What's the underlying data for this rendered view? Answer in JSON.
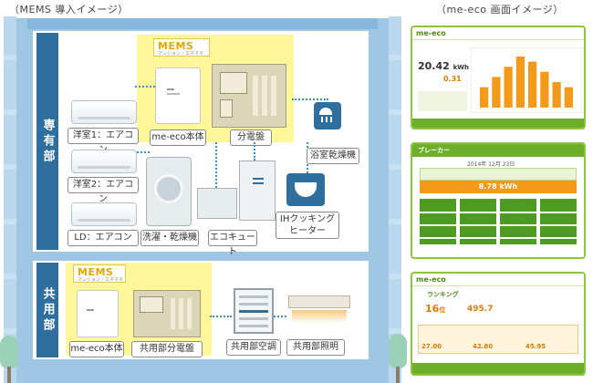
{
  "captions": {
    "left": "（MEMS 導入イメージ）",
    "right": "（me-eco 画面イメージ）"
  },
  "sections": {
    "private": "専有部",
    "common": "共用部"
  },
  "mems_logo": {
    "mark": "MEMS",
    "subtitle": "マンション・エネマネ"
  },
  "private_labels": {
    "ac1": "洋室1：エアコン",
    "ac2": "洋室2：エアコン",
    "ac3": "LD：エアコン",
    "meeco_unit": "me-eco本体",
    "distribution_board": "分電盤",
    "bath_dryer": "浴室乾燥機",
    "washer": "洗濯・乾燥機",
    "ecocute": "エコキュート",
    "ih": "IHクッキングヒーター"
  },
  "common_labels": {
    "meeco_unit": "me-eco本体",
    "distribution_board": "共用部分電盤",
    "air_conditioning": "共用部空調",
    "lighting": "共用部照明"
  },
  "screen1": {
    "logo": "me-eco",
    "value": "20.42",
    "unit": "kWh",
    "sub_value": "0.31"
  },
  "screen2": {
    "title": "ブレーカー",
    "date": "2014年 12月 23日",
    "total_value": "8.78",
    "total_unit": "kWh"
  },
  "screen3": {
    "logo": "me-eco",
    "title": "ランキング",
    "rank": "16",
    "rank_suffix": "位",
    "yen_value": "495.7",
    "v1": "27.00",
    "v2": "42.80",
    "v3": "45.95"
  },
  "chart_data": {
    "type": "bar",
    "values": [
      0.4,
      0.6,
      0.8,
      1.0,
      0.9,
      0.7,
      0.5,
      0.4
    ]
  }
}
